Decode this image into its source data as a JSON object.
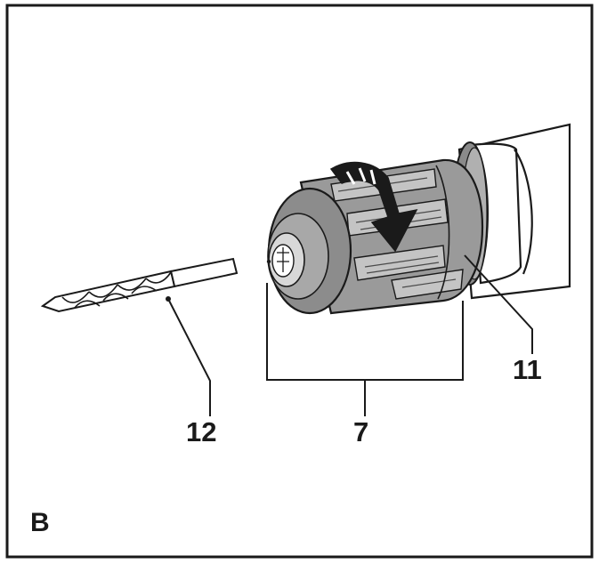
{
  "figure": {
    "panel_letter": "B",
    "callouts": {
      "drill_bit": "12",
      "chuck": "7",
      "collar": "11"
    },
    "colors": {
      "outline": "#1a1a1a",
      "chuck_grey": "#9a9a9a",
      "chuck_dark": "#6e6e6e",
      "chuck_light": "#c4c4c4",
      "arrow": "#1a1a1a",
      "bit": "#ffffff"
    }
  }
}
